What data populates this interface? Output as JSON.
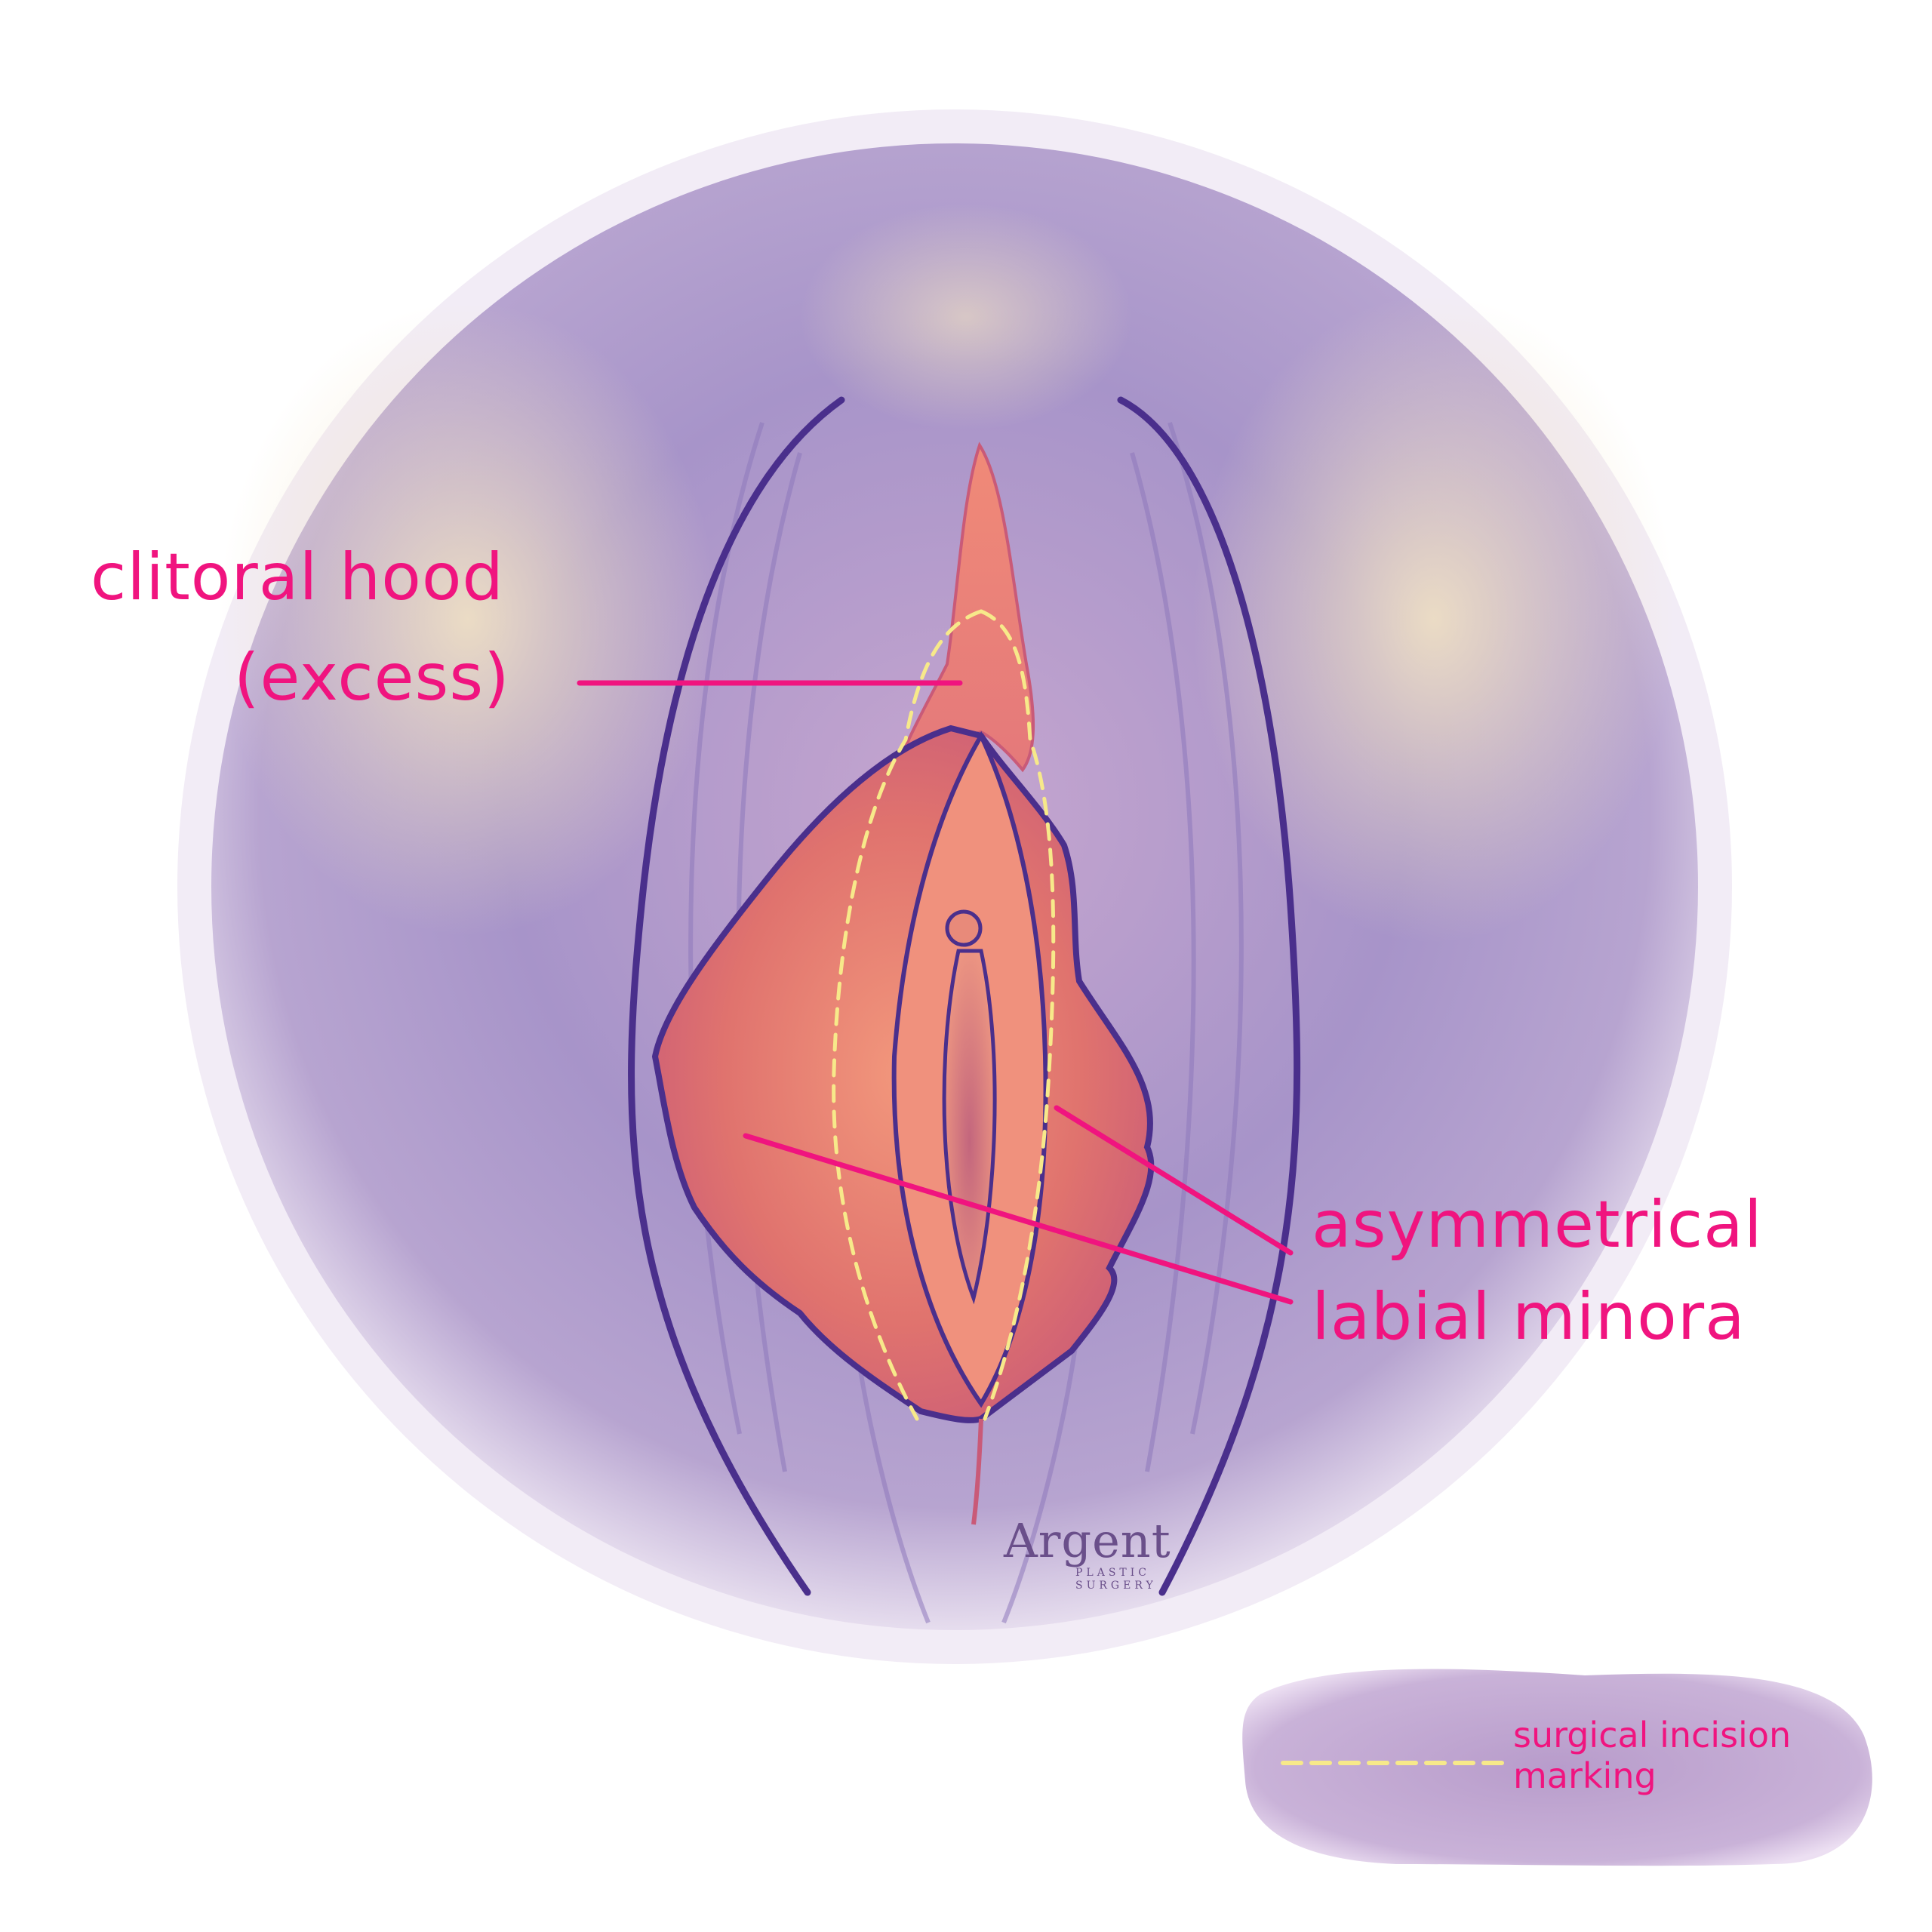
{
  "labels": {
    "clitoral_hood_line1": "clitoral hood",
    "clitoral_hood_line2": "(excess)",
    "asymmetrical_line1": "asymmetrical",
    "asymmetrical_line2": "labial minora"
  },
  "legend": {
    "text": "surgical incision marking"
  },
  "logo": {
    "name": "Argent",
    "sub_line1": "PLASTIC",
    "sub_line2": "SURGERY"
  },
  "colors": {
    "label_pink": "#f0147f",
    "incision_yellow": "#f7e98a",
    "outline_purple": "#4a2f8c",
    "background_lavender": "#a596c8",
    "tissue_pink": "#e9776f"
  }
}
